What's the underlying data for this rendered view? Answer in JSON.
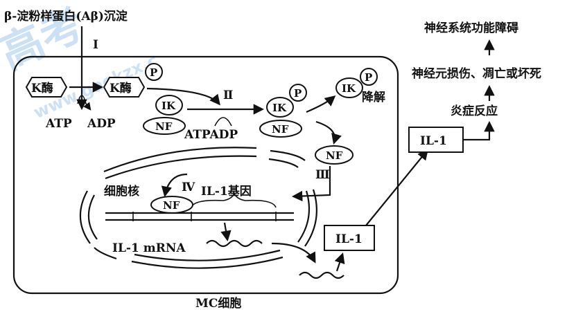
{
  "watermark": {
    "glyphs": "高考",
    "url": "www.gaokzx.c"
  },
  "labels": {
    "abeta": "β-淀粉样蛋白(Aβ)沉淀",
    "step1": "Ⅰ",
    "step2": "Ⅱ",
    "step3": "Ⅲ",
    "step4": "Ⅳ",
    "kenzyme": "K酶",
    "kenzyme2": "K酶",
    "p": "P",
    "atp": "ATP",
    "adp": "ADP",
    "atpadp": "ATPADP",
    "ik": "IK",
    "nf": "NF",
    "degrade": "降解",
    "nucleus": "细胞核",
    "gene": "IL-1基因",
    "mrna": "IL-1 mRNA",
    "il1_box": "IL-1",
    "il1_right": "IL-1",
    "mc_cell": "MC细胞",
    "nerve_disorder": "神经系统功能障碍",
    "neuron_damage": "神经元损伤、凋亡或坏死",
    "inflammation": "炎症反应"
  }
}
